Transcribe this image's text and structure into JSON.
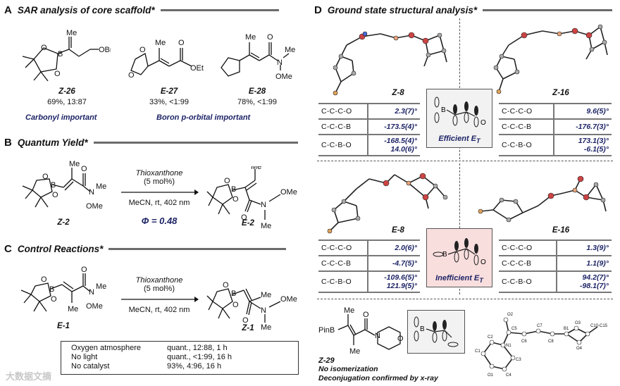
{
  "sections": {
    "A": {
      "letter": "A",
      "title": "SAR analysis of core scaffold*"
    },
    "B": {
      "letter": "B",
      "title": "Quantum Yield*"
    },
    "C": {
      "letter": "C",
      "title": "Control Reactions*"
    },
    "D": {
      "letter": "D",
      "title": "Ground state structural analysis*"
    }
  },
  "sar": {
    "compounds": [
      {
        "name": "Z-26",
        "result": "69%, 13:87"
      },
      {
        "name": "E-27",
        "result": "33%, <1:99"
      },
      {
        "name": "E-28",
        "result": "78%, <1:99"
      }
    ],
    "note_left": "Carbonyl important",
    "note_right": "Boron p-orbital important"
  },
  "quantum": {
    "catalyst": "Thioxanthone",
    "loading": "(5 mol%)",
    "conditions": "MeCN, rt, 402 nm",
    "phi": "Φ = 0.48",
    "start": "Z-2",
    "product": "E-2"
  },
  "control": {
    "catalyst": "Thioxanthone",
    "loading": "(5 mol%)",
    "conditions": "MeCN, rt, 402 nm",
    "start": "E-1",
    "product": "Z-1",
    "rows": [
      {
        "condition": "Oxygen atmosphere",
        "result": "quant., 12:88, 1 h"
      },
      {
        "condition": "No light",
        "result": "quant., <1:99, 16 h"
      },
      {
        "condition": "No catalyst",
        "result": "93%, 4:96, 16 h"
      }
    ]
  },
  "structural": {
    "z8": {
      "name": "Z-8",
      "rows": [
        {
          "label": "C-C-C-O",
          "value": "2.3(7)°"
        },
        {
          "label": "C-C-C-B",
          "value": "-173.5(4)°"
        },
        {
          "label": "C-C-B-O",
          "value": "-168.5(4)°",
          "value2": "14.0(6)°"
        }
      ]
    },
    "z16": {
      "name": "Z-16",
      "rows": [
        {
          "label": "C-C-C-O",
          "value": "9.6(5)°"
        },
        {
          "label": "C-C-C-B",
          "value": "-176.7(3)°"
        },
        {
          "label": "C-C-B-O",
          "value": "173.1(3)°",
          "value2": "-6.1(5)°"
        }
      ]
    },
    "e8": {
      "name": "E-8",
      "rows": [
        {
          "label": "C-C-C-O",
          "value": "2.0(6)°"
        },
        {
          "label": "C-C-C-B",
          "value": "-4.7(5)°"
        },
        {
          "label": "C-C-B-O",
          "value": "-109.6(5)°",
          "value2": "121.9(5)°"
        }
      ]
    },
    "e16": {
      "name": "E-16",
      "rows": [
        {
          "label": "C-C-C-O",
          "value": "1.3(9)°"
        },
        {
          "label": "C-C-C-B",
          "value": "1.1(9)°"
        },
        {
          "label": "C-C-B-O",
          "value": "94.2(7)°",
          "value2": "-98.1(7)°"
        }
      ]
    },
    "efficient": "Efficient E",
    "inefficient": "Inefficient E",
    "subscript": "T",
    "z29": {
      "name": "Z-29",
      "line1": "No isomerization",
      "line2": "Deconjugation confirmed by x-ray",
      "pinb": "PinB",
      "me1": "Me",
      "me2": "Me"
    },
    "xray_labels": [
      "O2",
      "C5",
      "C6",
      "C7",
      "C8",
      "B1",
      "O3",
      "O4",
      "C10-C15",
      "N1",
      "C2",
      "C1",
      "C3",
      "C4",
      "O1"
    ]
  },
  "watermark": "大数据文摘",
  "colors": {
    "navy": "#1d2466",
    "efficient_bg": "#f2f2f2",
    "inefficient_bg": "#f9dede",
    "rule": "#6b6b6b"
  }
}
